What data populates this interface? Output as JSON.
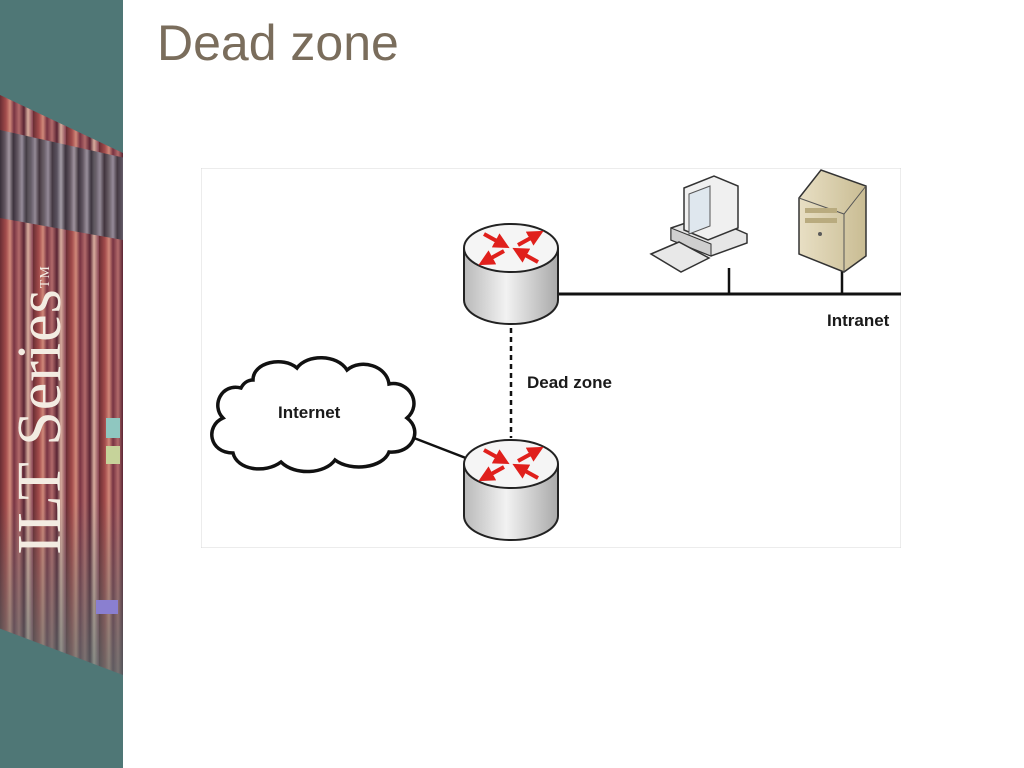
{
  "slide": {
    "title": "Dead zone"
  },
  "sidebar": {
    "logo_text": "ILT Series",
    "logo_mark": "TM"
  },
  "diagram": {
    "labels": {
      "internet": "Internet",
      "dead_zone": "Dead zone",
      "intranet": "Intranet"
    },
    "icons": [
      "router-icon",
      "router-icon",
      "cloud-icon",
      "workstation-icon",
      "server-icon"
    ],
    "colors": {
      "arrow_red": "#e0201c",
      "router_body": "#d9d9d9",
      "line": "#111111"
    }
  }
}
